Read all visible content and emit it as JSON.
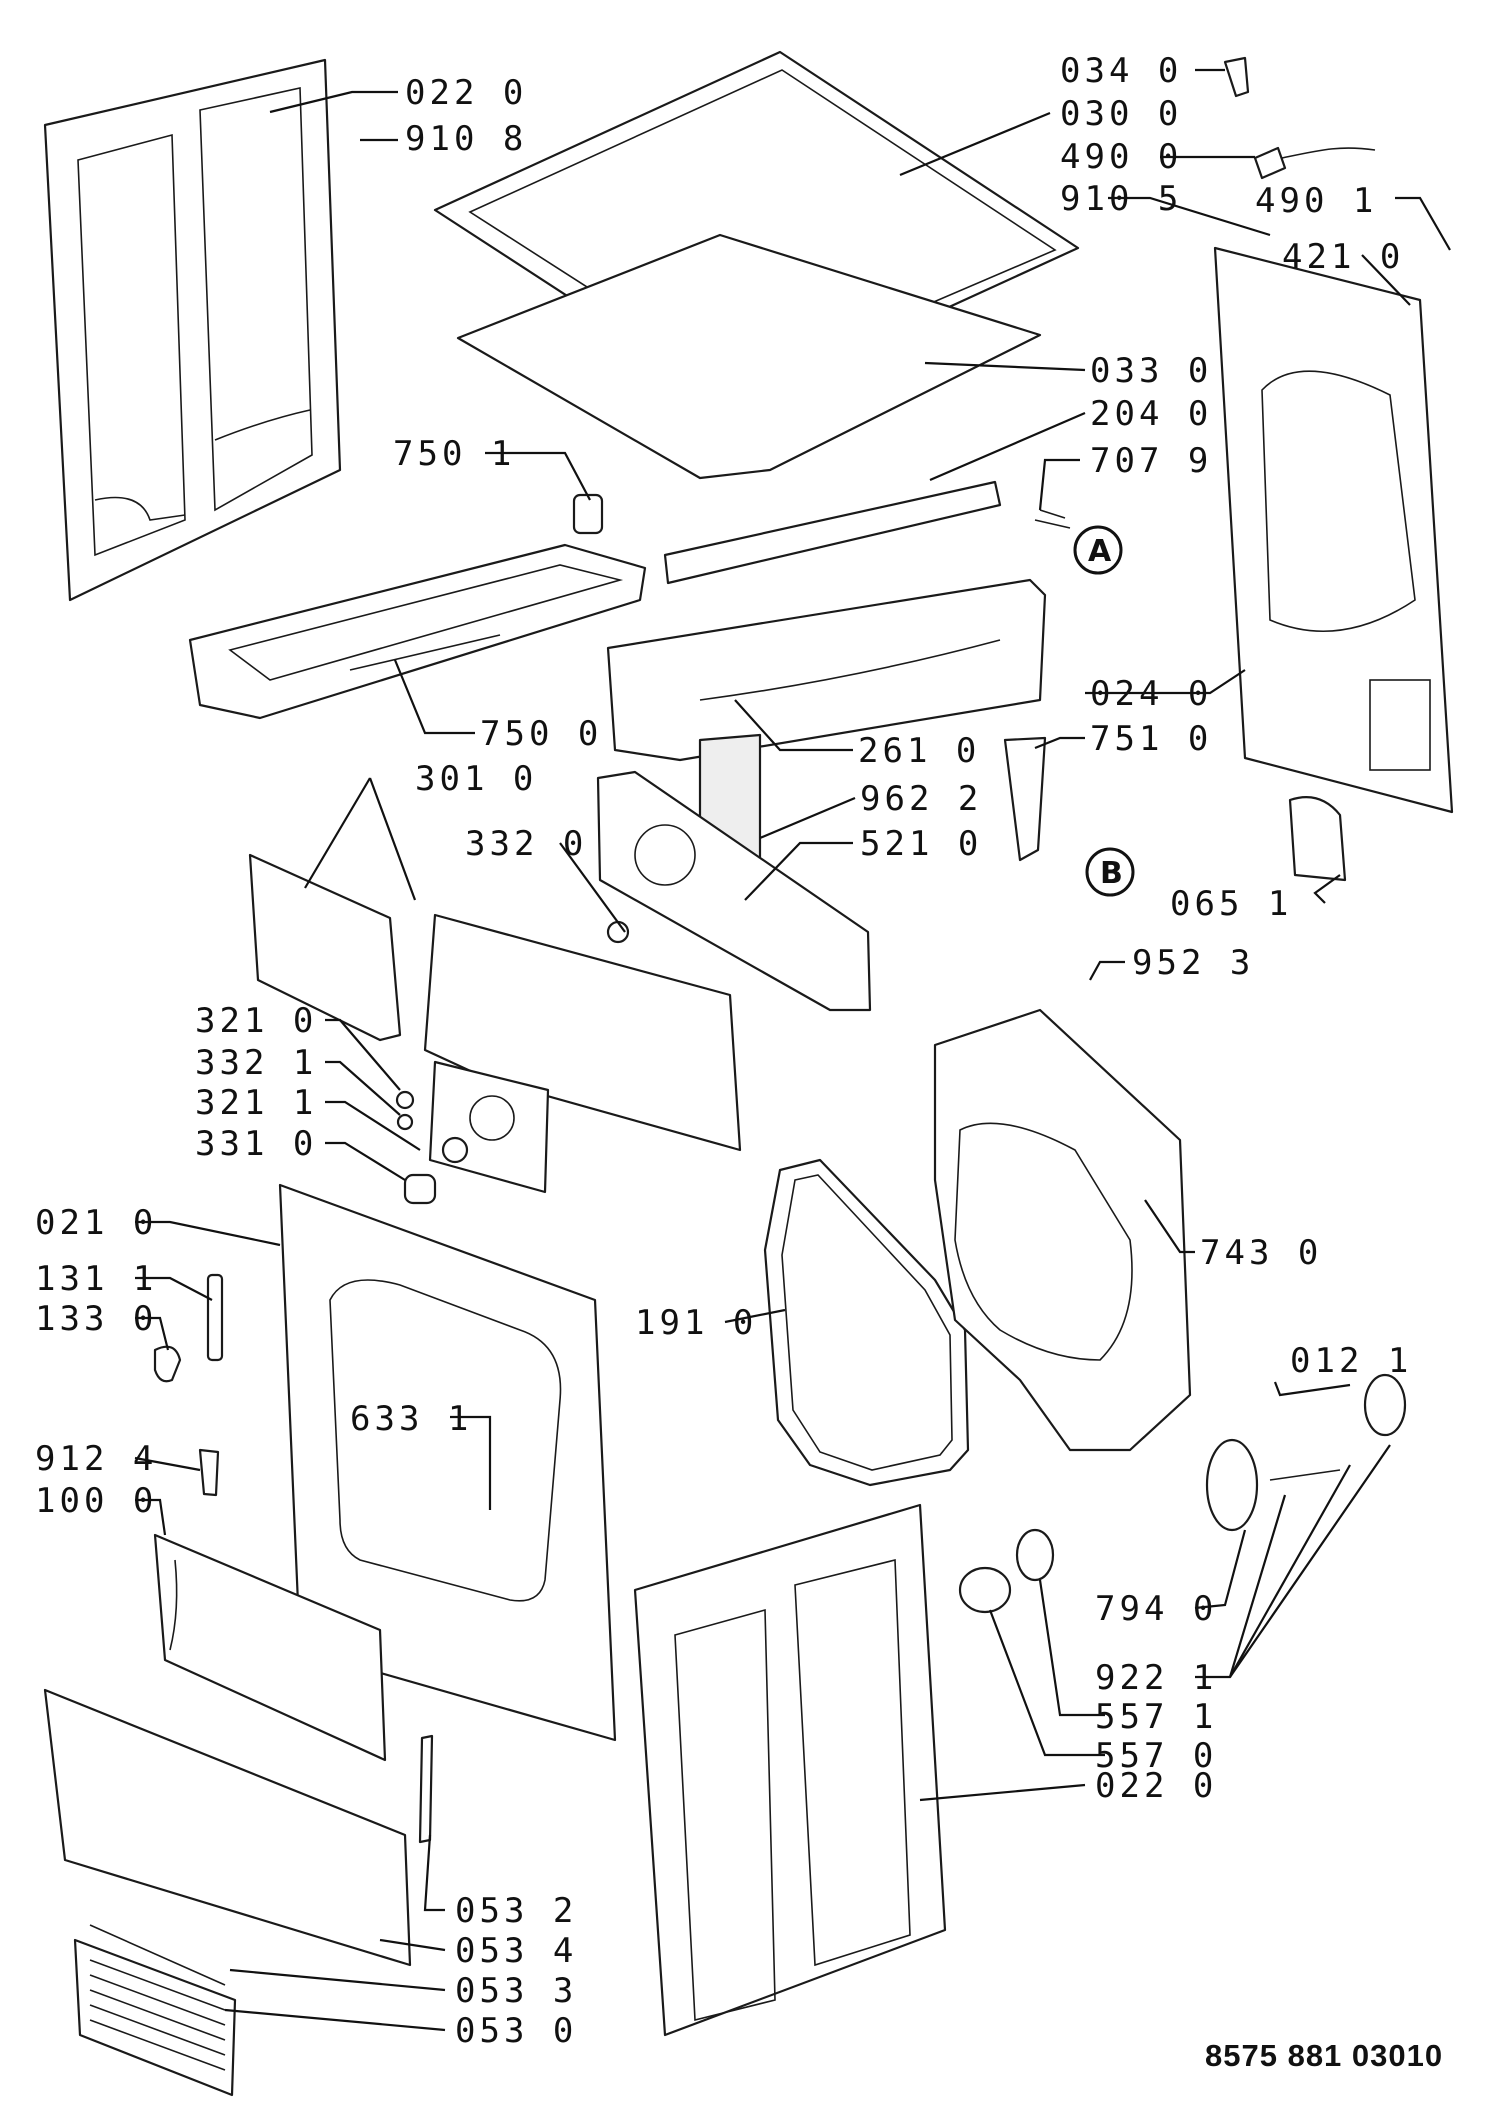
{
  "document_id": "8575 881 03010",
  "callouts": {
    "a": "A",
    "b": "B"
  },
  "labels": {
    "p0220_top": "022 0",
    "p9108": "910 8",
    "p0340": "034 0",
    "p0300": "030 0",
    "p4900": "490 0",
    "p9105": "910 5",
    "p4901": "490 1",
    "p4210": "421 0",
    "p0330": "033 0",
    "p2040": "204 0",
    "p7501": "750 1",
    "p7079": "707 9",
    "p0240": "024 0",
    "p7500": "750 0",
    "p2610": "261 0",
    "p7510": "751 0",
    "p3010": "301 0",
    "p9622": "962 2",
    "p3320": "332 0",
    "p5210": "521 0",
    "p0651": "065 1",
    "p9523": "952 3",
    "p3210": "321 0",
    "p3321": "332 1",
    "p3211": "321 1",
    "p3310": "331 0",
    "p0210": "021 0",
    "p1311": "131 1",
    "p1330": "133 0",
    "p1910": "191 0",
    "p7430": "743 0",
    "p0121": "012 1",
    "p6331": "633 1",
    "p9124": "912 4",
    "p1000": "100 0",
    "p7940": "794 0",
    "p9221": "922 1",
    "p5571": "557 1",
    "p5570": "557 0",
    "p0220_bottom": "022 0",
    "p0532": "053 2",
    "p0534": "053 4",
    "p0533": "053 3",
    "p0530": "053 0"
  }
}
